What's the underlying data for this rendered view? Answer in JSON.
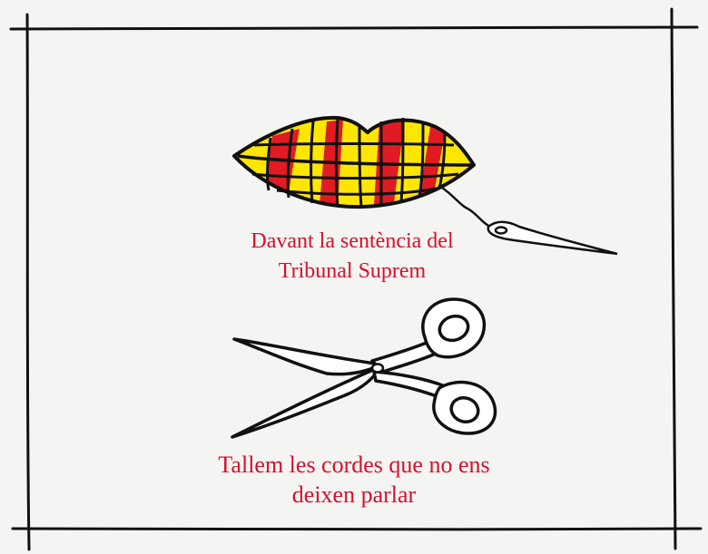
{
  "colors": {
    "background": "#f4f4f2",
    "ink": "#111111",
    "caption_red": "#d6102c",
    "flag_yellow": "#ffe600",
    "flag_red": "#e01b24"
  },
  "icons": [
    "lips-icon",
    "needle-icon",
    "scissors-icon"
  ],
  "captions": {
    "top_line_1": "Davant la sentència del",
    "top_line_2": "Tribunal Suprem",
    "bottom_line_1": "Tallem les cordes que no ens",
    "bottom_line_2": "deixen parlar"
  }
}
